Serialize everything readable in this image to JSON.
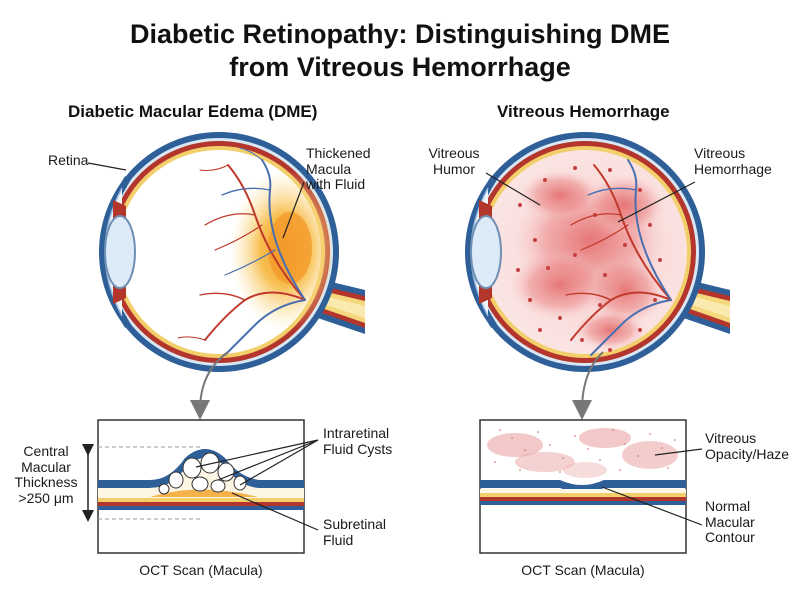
{
  "title": {
    "line1": "Diabetic Retinopathy: Distinguishing DME",
    "line2": "from Vitreous Hemorrhage"
  },
  "left_panel": {
    "title": "Diabetic Macular Edema (DME)",
    "labels": {
      "retina": "Retina",
      "thickened_1": "Thickened",
      "thickened_2": "Macula",
      "thickened_3": "with Fluid",
      "cmt_1": "Central",
      "cmt_2": "Macular",
      "cmt_3": "Thickness",
      "cmt_4": ">250 μm",
      "cysts_1": "Intraretinal",
      "cysts_2": "Fluid Cysts",
      "subretinal_1": "Subretinal",
      "subretinal_2": "Fluid"
    },
    "oct_caption": "OCT Scan (Macula)"
  },
  "right_panel": {
    "title": "Vitreous Hemorrhage",
    "labels": {
      "humor_1": "Vitreous",
      "humor_2": "Humor",
      "hemorrhage_1": "Vitreous",
      "hemorrhage_2": "Hemorrhage",
      "opacity_1": "Vitreous",
      "opacity_2": "Opacity/Haze",
      "contour_1": "Normal",
      "contour_2": "Macular",
      "contour_3": "Contour"
    },
    "oct_caption": "OCT Scan (Macula)"
  },
  "colors": {
    "sclera": "#2f5f98",
    "choroid": "#b3352c",
    "retina_yellow": "#f2cf6a",
    "vessel_red": "#c0392b",
    "vessel_blue": "#4a6fb0",
    "edema_orange": "#f5a93a",
    "hemorrhage_red": "#e06a6a",
    "lens_blue": "#dcebf7"
  }
}
